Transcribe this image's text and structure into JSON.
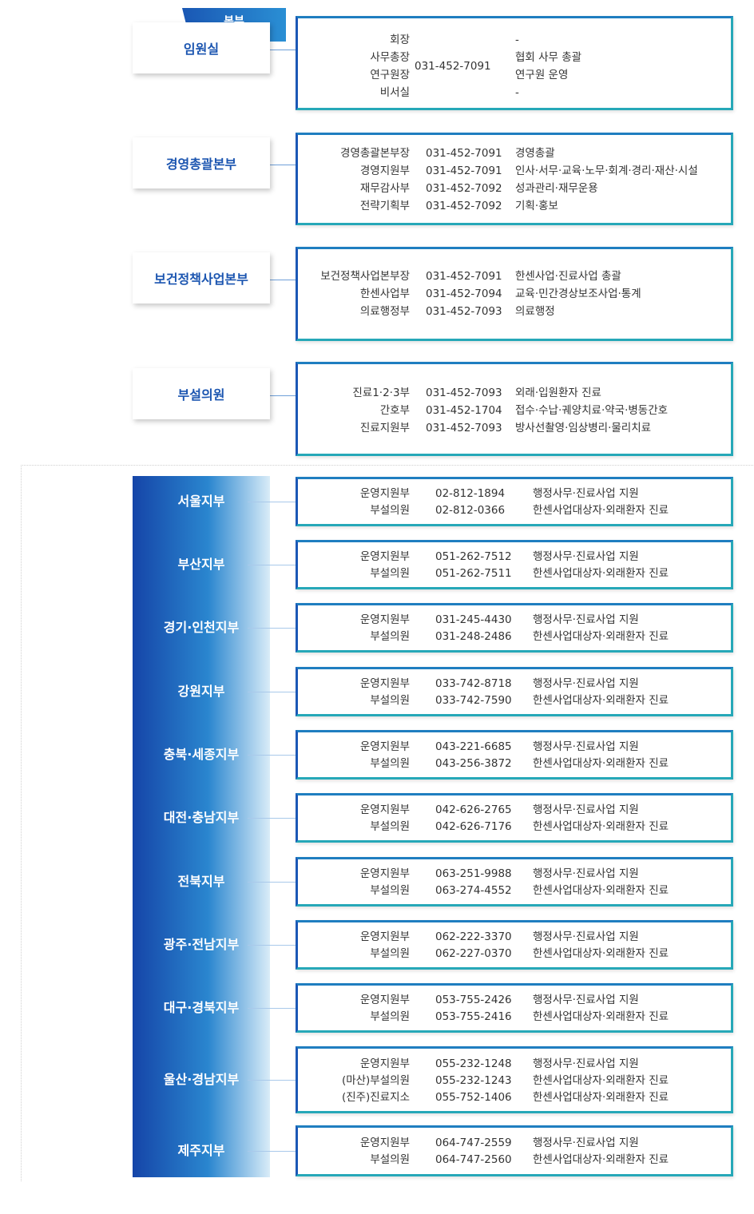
{
  "hq_tab": "본부",
  "headquarters": [
    {
      "name": "임원실",
      "rows": [
        {
          "dept": "회장",
          "phone": "",
          "desc": "-"
        },
        {
          "dept": "사무총장",
          "phone": "031-452-7091",
          "desc": "협회 사무 총괄"
        },
        {
          "dept": "연구원장",
          "phone": "",
          "desc": "연구원 운영"
        },
        {
          "dept": "비서실",
          "phone": "",
          "desc": "-"
        }
      ]
    },
    {
      "name": "경영총괄본부",
      "rows": [
        {
          "dept": "경영총괄본부장",
          "phone": "031-452-7091",
          "desc": "경영총괄"
        },
        {
          "dept": "경영지원부",
          "phone": "031-452-7091",
          "desc": "인사·서무·교육·노무·회계·경리·재산·시설"
        },
        {
          "dept": "재무감사부",
          "phone": "031-452-7092",
          "desc": "성과관리·재무운용"
        },
        {
          "dept": "전략기획부",
          "phone": "031-452-7092",
          "desc": "기획·홍보"
        }
      ]
    },
    {
      "name": "보건정책사업본부",
      "rows": [
        {
          "dept": "보건정책사업본부장",
          "phone": "031-452-7091",
          "desc": "한센사업·진료사업 총괄"
        },
        {
          "dept": "한센사업부",
          "phone": "031-452-7094",
          "desc": "교육·민간경상보조사업·통계"
        },
        {
          "dept": "의료행정부",
          "phone": "031-452-7093",
          "desc": "의료행정"
        }
      ]
    },
    {
      "name": "부설의원",
      "rows": [
        {
          "dept": "진료1·2·3부",
          "phone": "031-452-7093",
          "desc": "외래·입원환자 진료"
        },
        {
          "dept": "간호부",
          "phone": "031-452-1704",
          "desc": "접수·수납·궤양치료·약국·병동간호"
        },
        {
          "dept": "진료지원부",
          "phone": "031-452-7093",
          "desc": "방사선촬영·임상병리·물리치료"
        }
      ]
    }
  ],
  "branches": [
    {
      "name": "서울지부",
      "rows": [
        {
          "dept": "운영지원부",
          "phone": "02-812-1894",
          "desc": "행정사무·진료사업 지원"
        },
        {
          "dept": "부설의원",
          "phone": "02-812-0366",
          "desc": "한센사업대상자·외래환자 진료"
        }
      ]
    },
    {
      "name": "부산지부",
      "rows": [
        {
          "dept": "운영지원부",
          "phone": "051-262-7512",
          "desc": "행정사무·진료사업 지원"
        },
        {
          "dept": "부설의원",
          "phone": "051-262-7511",
          "desc": "한센사업대상자·외래환자 진료"
        }
      ]
    },
    {
      "name": "경기·인천지부",
      "rows": [
        {
          "dept": "운영지원부",
          "phone": "031-245-4430",
          "desc": "행정사무·진료사업 지원"
        },
        {
          "dept": "부설의원",
          "phone": "031-248-2486",
          "desc": "한센사업대상자·외래환자 진료"
        }
      ]
    },
    {
      "name": "강원지부",
      "rows": [
        {
          "dept": "운영지원부",
          "phone": "033-742-8718",
          "desc": "행정사무·진료사업 지원"
        },
        {
          "dept": "부설의원",
          "phone": "033-742-7590",
          "desc": "한센사업대상자·외래환자 진료"
        }
      ]
    },
    {
      "name": "충북·세종지부",
      "rows": [
        {
          "dept": "운영지원부",
          "phone": "043-221-6685",
          "desc": "행정사무·진료사업 지원"
        },
        {
          "dept": "부설의원",
          "phone": "043-256-3872",
          "desc": "한센사업대상자·외래환자 진료"
        }
      ]
    },
    {
      "name": "대전·충남지부",
      "rows": [
        {
          "dept": "운영지원부",
          "phone": "042-626-2765",
          "desc": "행정사무·진료사업 지원"
        },
        {
          "dept": "부설의원",
          "phone": "042-626-7176",
          "desc": "한센사업대상자·외래환자 진료"
        }
      ]
    },
    {
      "name": "전북지부",
      "rows": [
        {
          "dept": "운영지원부",
          "phone": "063-251-9988",
          "desc": "행정사무·진료사업 지원"
        },
        {
          "dept": "부설의원",
          "phone": "063-274-4552",
          "desc": "한센사업대상자·외래환자 진료"
        }
      ]
    },
    {
      "name": "광주·전남지부",
      "rows": [
        {
          "dept": "운영지원부",
          "phone": "062-222-3370",
          "desc": "행정사무·진료사업 지원"
        },
        {
          "dept": "부설의원",
          "phone": "062-227-0370",
          "desc": "한센사업대상자·외래환자 진료"
        }
      ]
    },
    {
      "name": "대구·경북지부",
      "rows": [
        {
          "dept": "운영지원부",
          "phone": "053-755-2426",
          "desc": "행정사무·진료사업 지원"
        },
        {
          "dept": "부설의원",
          "phone": "053-755-2416",
          "desc": "한센사업대상자·외래환자 진료"
        }
      ]
    },
    {
      "name": "울산·경남지부",
      "rows": [
        {
          "dept": "운영지원부",
          "phone": "055-232-1248",
          "desc": "행정사무·진료사업 지원"
        },
        {
          "dept": "(마산)부설의원",
          "phone": "055-232-1243",
          "desc": "한센사업대상자·외래환자 진료"
        },
        {
          "dept": "(진주)진료지소",
          "phone": "055-752-1406",
          "desc": "한센사업대상자·외래환자 진료"
        }
      ]
    },
    {
      "name": "제주지부",
      "rows": [
        {
          "dept": "운영지원부",
          "phone": "064-747-2559",
          "desc": "행정사무·진료사업 지원"
        },
        {
          "dept": "부설의원",
          "phone": "064-747-2560",
          "desc": "한센사업대상자·외래환자 진료"
        }
      ]
    }
  ],
  "colors": {
    "primary": "#1b55b0",
    "accent": "#26a8b8",
    "text": "#333333"
  }
}
